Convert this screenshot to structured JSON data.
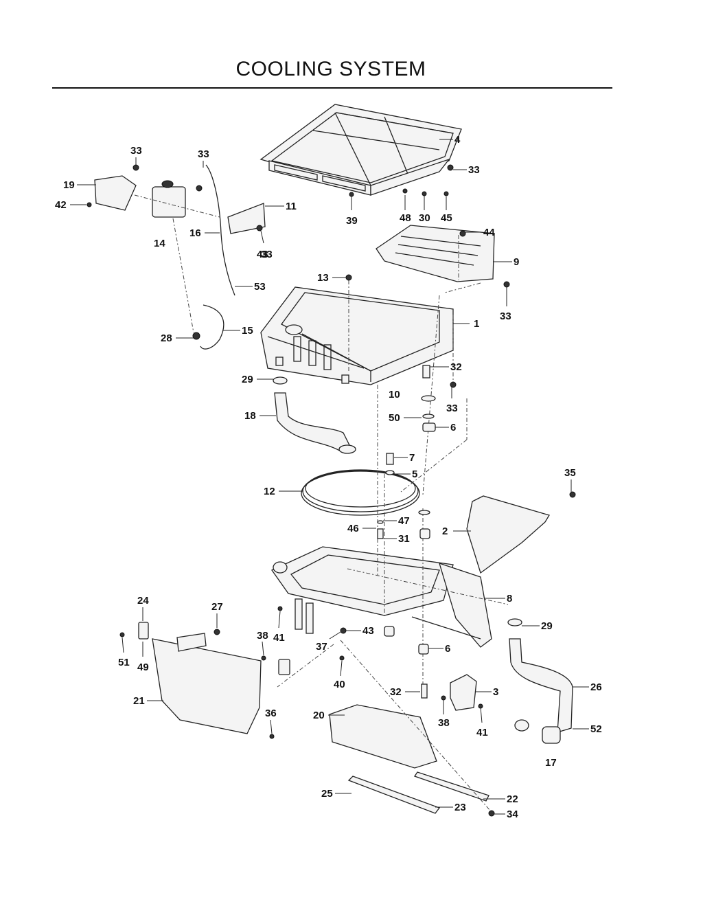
{
  "title": "COOLING SYSTEM",
  "callouts": [
    "1",
    "2",
    "3",
    "4",
    "5",
    "6",
    "7",
    "8",
    "9",
    "10",
    "11",
    "12",
    "13",
    "14",
    "15",
    "16",
    "17",
    "18",
    "19",
    "20",
    "21",
    "22",
    "23",
    "24",
    "25",
    "26",
    "27",
    "28",
    "29",
    "30",
    "31",
    "32",
    "33",
    "34",
    "35",
    "36",
    "37",
    "38",
    "39",
    "40",
    "41",
    "42",
    "43",
    "44",
    "45",
    "46",
    "47",
    "48",
    "49",
    "50",
    "51",
    "52",
    "53"
  ]
}
